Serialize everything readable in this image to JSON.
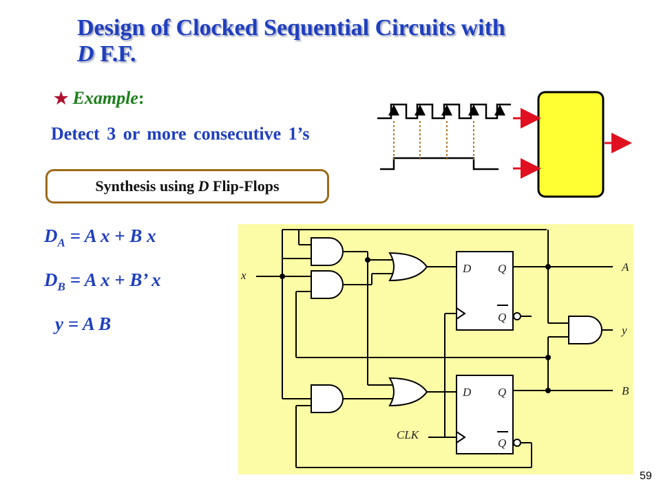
{
  "slide": {
    "title_line1": "Design of Clocked Sequential Circuits with",
    "title_line2_italic": "D",
    "title_line2_rest": " F.F.",
    "bullet_label": "Example",
    "bullet_colon": ":",
    "detect_text": "Detect 3 or more consecutive 1’s",
    "synthesis_pre": "Synthesis using ",
    "synthesis_d": "D",
    "synthesis_post": " Flip-Flops",
    "page_number": "59"
  },
  "equations": {
    "da": {
      "lhs": "D",
      "sub": "A",
      "rhs": " = A x + B x"
    },
    "db": {
      "lhs": "D",
      "sub": "B",
      "rhs": " = A x + B’ x"
    },
    "y": {
      "lhs": "y",
      "rhs": " = A B"
    }
  },
  "circuit": {
    "input_label": "x",
    "clock_label": "CLK",
    "ff_d_label": "D",
    "ff_q_label": "Q",
    "ff_qbar_label": "Q",
    "output_a_label": "A",
    "output_y_label": "y",
    "output_b_label": "B"
  },
  "colors": {
    "title": "#1f3fbf",
    "example": "#1a7f1a",
    "star": "#b01030",
    "box_yellow": "#ffff33",
    "circuit_bg": "#fdfca6",
    "arrow_red": "#e01020",
    "dotted_brown": "#b07a2a"
  }
}
